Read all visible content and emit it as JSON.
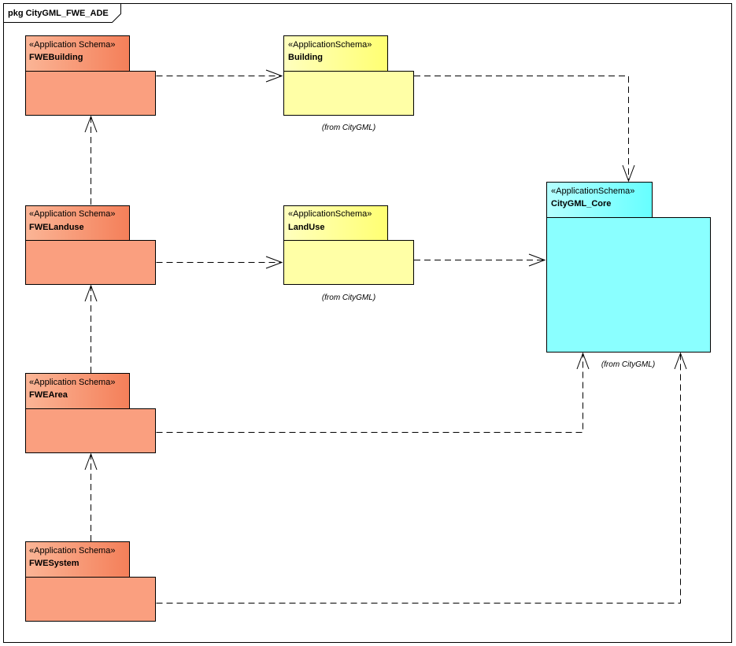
{
  "frame": {
    "title": "pkg CityGML_FWE_ADE"
  },
  "packages": {
    "fwe_building": {
      "stereotype": "«Application Schema»",
      "name": "FWEBuilding"
    },
    "fwe_landuse": {
      "stereotype": "«Application Schema»",
      "name": "FWELanduse"
    },
    "fwe_area": {
      "stereotype": "«Application Schema»",
      "name": "FWEArea"
    },
    "fwe_system": {
      "stereotype": "«Application Schema»",
      "name": "FWESystem"
    },
    "building": {
      "stereotype": "«ApplicationSchema»",
      "name": "Building",
      "origin": "(from CityGML)"
    },
    "landuse": {
      "stereotype": "«ApplicationSchema»",
      "name": "LandUse",
      "origin": "(from CityGML)"
    },
    "citygml_core": {
      "stereotype": "«ApplicationSchema»",
      "name": "CityGML_Core",
      "origin": "(from CityGML)"
    }
  },
  "colors": {
    "fwe_gradient_start": "#fbb596",
    "fwe_gradient_end": "#f47f59",
    "fwe_body": "#fa9f7f",
    "citygml_gradient_start": "#ffffbe",
    "citygml_gradient_end": "#ffff72",
    "citygml_body": "#ffffa6",
    "core_gradient_start": "#b5ffff",
    "core_gradient_end": "#66ffff",
    "core_body": "#8affff"
  },
  "dependencies": [
    {
      "from": "FWEBuilding",
      "to": "Building"
    },
    {
      "from": "FWELanduse",
      "to": "FWEBuilding"
    },
    {
      "from": "FWELanduse",
      "to": "LandUse"
    },
    {
      "from": "Building",
      "to": "CityGML_Core"
    },
    {
      "from": "LandUse",
      "to": "CityGML_Core"
    },
    {
      "from": "FWEArea",
      "to": "FWELanduse"
    },
    {
      "from": "FWEArea",
      "to": "CityGML_Core"
    },
    {
      "from": "FWESystem",
      "to": "FWEArea"
    },
    {
      "from": "FWESystem",
      "to": "CityGML_Core"
    }
  ]
}
